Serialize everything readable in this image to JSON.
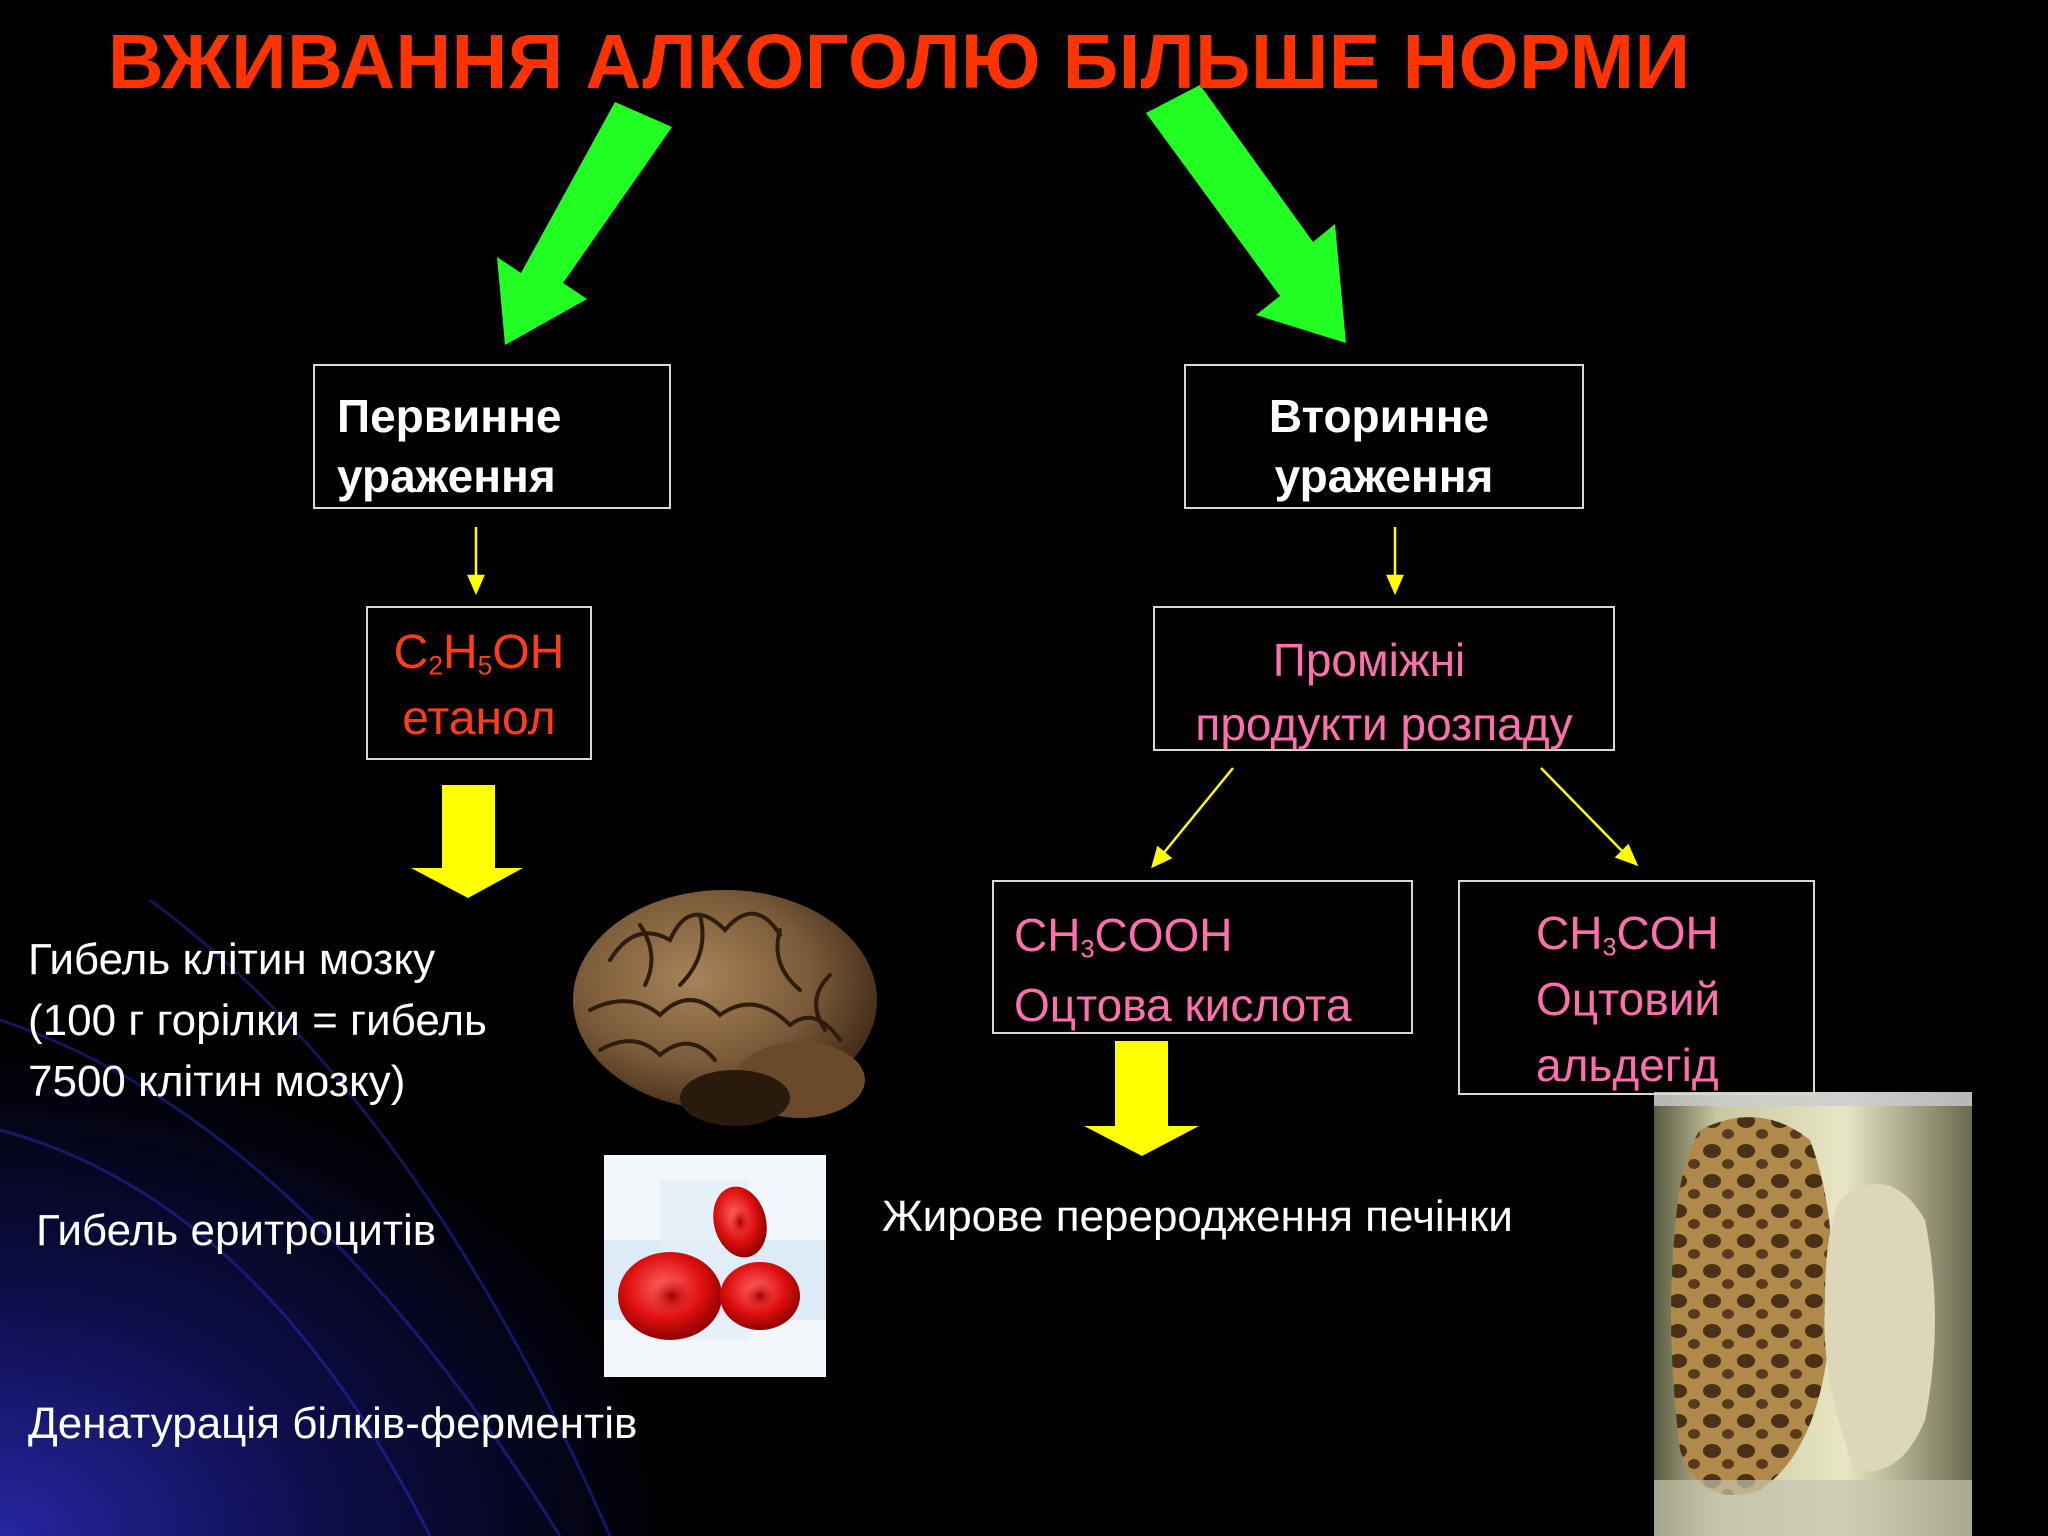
{
  "title": "ВЖИВАННЯ АЛКОГОЛЮ БІЛЬШЕ НОРМИ",
  "primary": {
    "line1": "Первинне",
    "line2": "ураження"
  },
  "secondary": {
    "line1": "Вторинне",
    "line2": "ураження"
  },
  "ethanol": {
    "formula_c": "C",
    "formula_c_sub": "2",
    "formula_h": "H",
    "formula_h_sub": "5",
    "formula_oh": "OH",
    "name": "етанол"
  },
  "intermediate": {
    "line1": "Проміжні",
    "line2": "продукти розпаду"
  },
  "acetic_acid": {
    "formula_a": "CH",
    "formula_sub": "3",
    "formula_b": "COOH",
    "name": "Оцтова кислота"
  },
  "acetaldehyde": {
    "formula_a": "CH",
    "formula_sub": "3",
    "formula_b": "COH",
    "name_line1": "Оцтовий",
    "name_line2": "альдегід"
  },
  "effects_left": {
    "brain_line1": "Гибель клітин мозку",
    "brain_line2": "(100 г горілки = гибель",
    "brain_line3": "7500 клітин мозку)",
    "erythrocytes": "Гибель еритроцитів",
    "denaturation": "Денатурація білків-ферментів"
  },
  "effects_right": {
    "liver": "Жирове переродження печінки"
  },
  "colors": {
    "title": "#ff3300",
    "green_arrow": "#22ff22",
    "yellow_arrow": "#ffff00",
    "box_border": "#d9d9c8",
    "ethanol_text": "#ff3d1a",
    "pink_text": "#ff6fae"
  },
  "icons": [
    "green-arrow-left",
    "green-arrow-right",
    "yellow-block-arrow",
    "thin-yellow-arrow",
    "brain-image",
    "red-blood-cells-image",
    "liver-jar-image"
  ]
}
